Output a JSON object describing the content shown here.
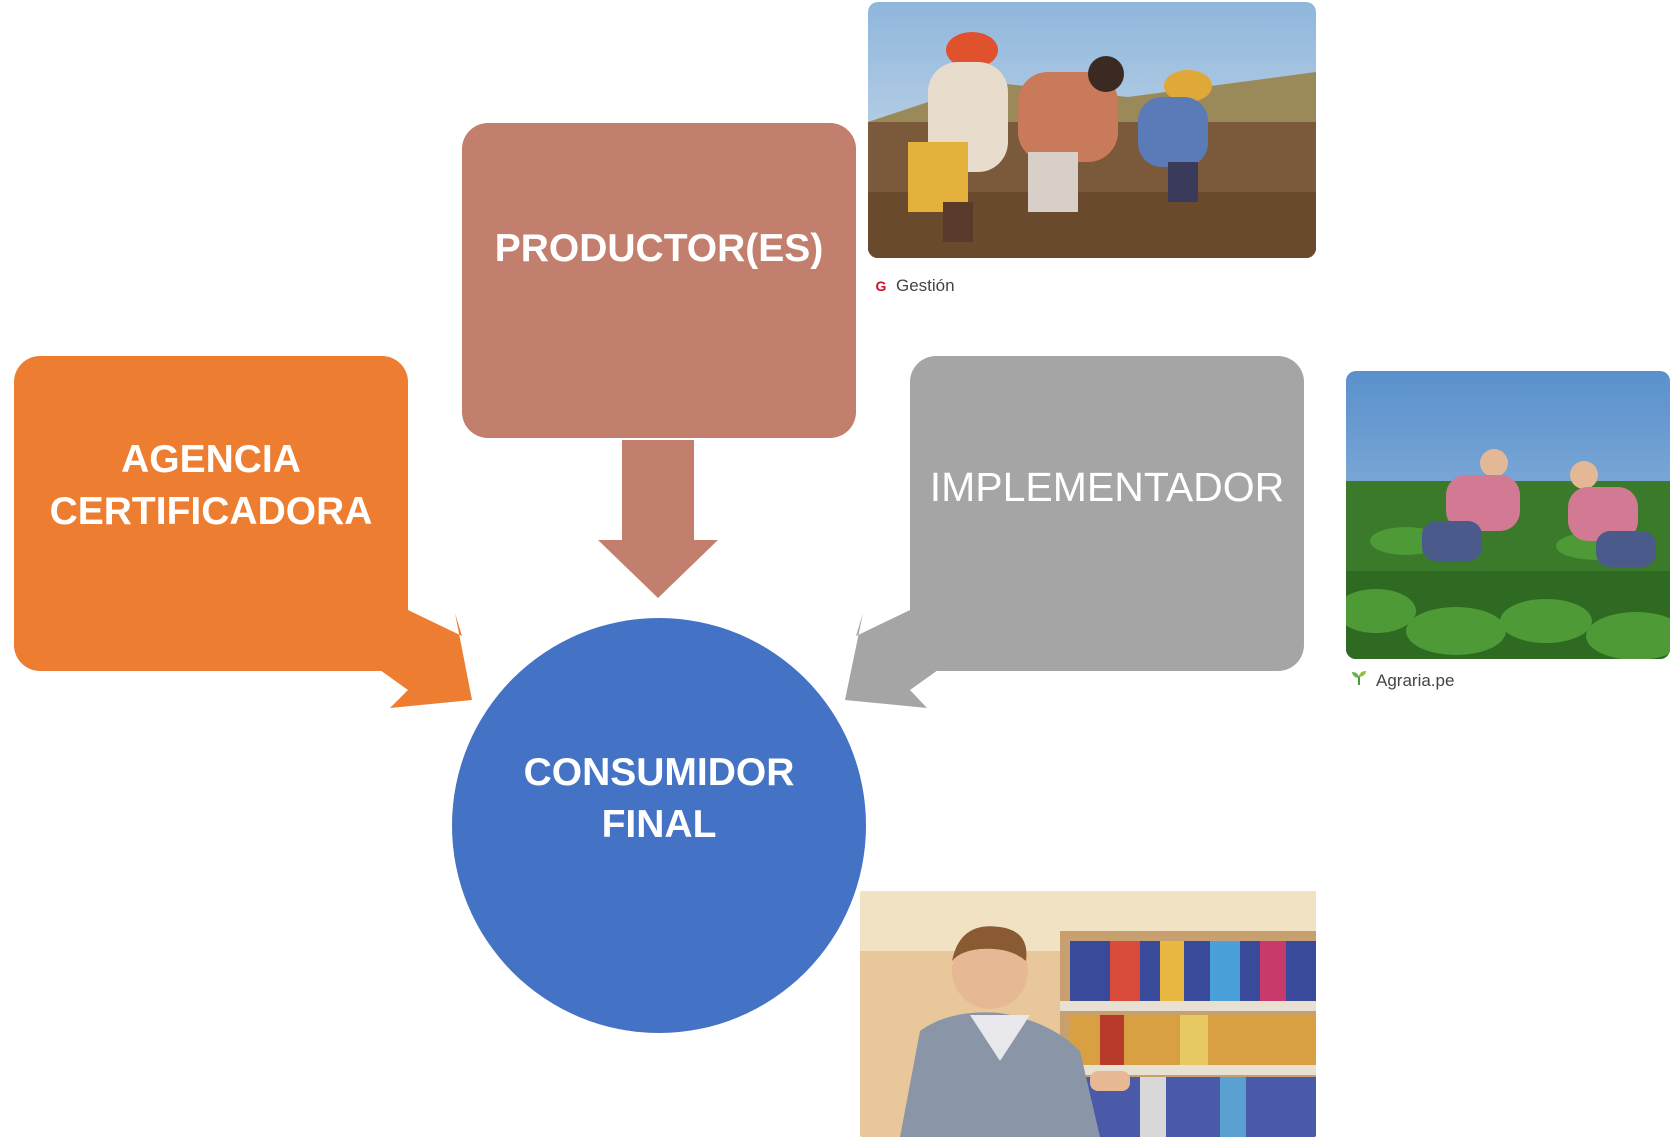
{
  "diagram": {
    "nodes": {
      "agencia": [
        "AGENCIA",
        "CERTIFICADORA"
      ],
      "productor": "PRODUCTOR(ES)",
      "implementador": "IMPLEMENTADOR",
      "consumidor": [
        "CONSUMIDOR",
        "FINAL"
      ]
    },
    "colors": {
      "agencia": "#ed7d31",
      "productor": "#c27f6e",
      "implementador": "#a5a5a5",
      "consumidor": "#4472c4"
    }
  },
  "images": {
    "farmers": {
      "caption": "Gestión",
      "icon": "gestion-logo-icon"
    },
    "field": {
      "caption": "Agraria.pe",
      "icon": "sprout-icon"
    },
    "supermarket": {}
  }
}
